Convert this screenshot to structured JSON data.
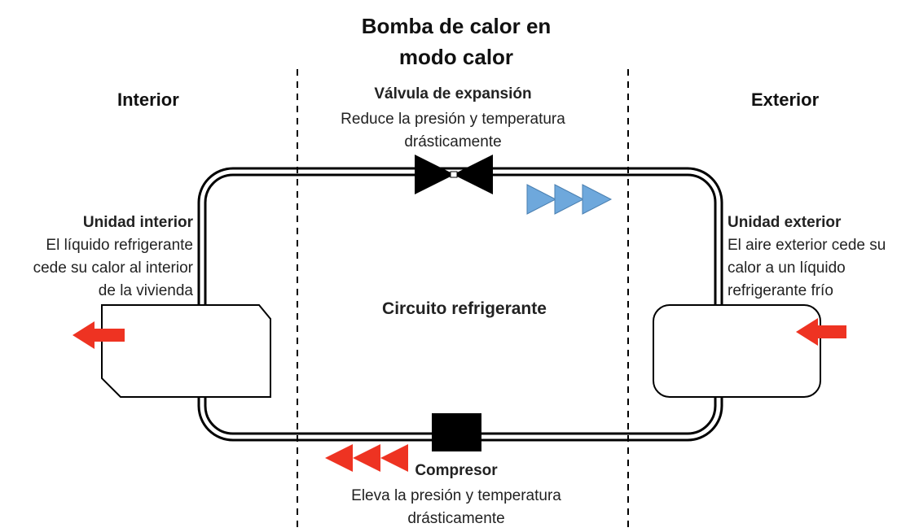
{
  "title": {
    "line1": "Bomba de calor en",
    "line2": "modo calor"
  },
  "zones": {
    "interior": "Interior",
    "exterior": "Exterior"
  },
  "valve": {
    "title": "Válvula de expansión",
    "desc_line1": "Reduce la presión y temperatura",
    "desc_line2": "drásticamente"
  },
  "indoor_unit": {
    "title": "Unidad interior",
    "desc_line1": "El líquido refrigerante",
    "desc_line2": "cede su calor al interior",
    "desc_line3": "de la vivienda"
  },
  "outdoor_unit": {
    "title": "Unidad exterior",
    "desc_line1": "El aire exterior cede su",
    "desc_line2": "calor a un líquido",
    "desc_line3": "refrigerante frío"
  },
  "circuit_label": "Circuito refrigerante",
  "compressor": {
    "title": "Compresor",
    "desc_line1": "Eleva la presión y temperatura",
    "desc_line2": "drásticamente"
  },
  "colors": {
    "hot_arrow": "#ee3322",
    "cold_arrow": "#6ea8dc",
    "line": "#000000"
  }
}
